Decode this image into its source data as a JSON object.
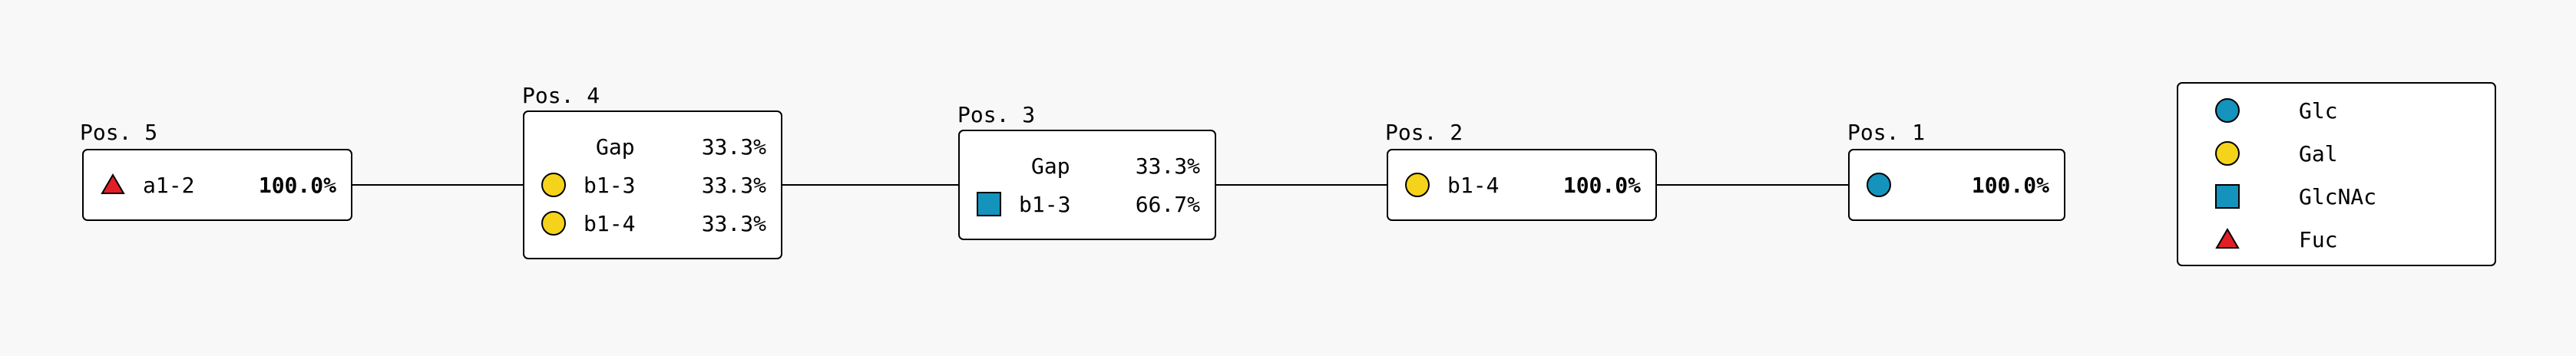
{
  "colors": {
    "Glc": "#1493bd",
    "Gal": "#f5d31b",
    "GlcNAc": "#1493bd",
    "Fuc": "#e21f26",
    "background": "#f8f8f8"
  },
  "positions": [
    {
      "label": "Pos. 5",
      "rows": [
        {
          "icon": "Fuc",
          "linkage": "a1-2",
          "percent": "100.0%",
          "bold": true
        }
      ]
    },
    {
      "label": "Pos. 4",
      "rows": [
        {
          "icon": "",
          "linkage": "Gap",
          "percent": "33.3%",
          "bold": false
        },
        {
          "icon": "Gal",
          "linkage": "b1-3",
          "percent": "33.3%",
          "bold": false
        },
        {
          "icon": "Gal",
          "linkage": "b1-4",
          "percent": "33.3%",
          "bold": false
        }
      ]
    },
    {
      "label": "Pos. 3",
      "rows": [
        {
          "icon": "",
          "linkage": "Gap",
          "percent": "33.3%",
          "bold": false
        },
        {
          "icon": "GlcNAc",
          "linkage": "b1-3",
          "percent": "66.7%",
          "bold": false
        }
      ]
    },
    {
      "label": "Pos. 2",
      "rows": [
        {
          "icon": "Gal",
          "linkage": "b1-4",
          "percent": "100.0%",
          "bold": true
        }
      ]
    },
    {
      "label": "Pos. 1",
      "rows": [
        {
          "icon": "Glc",
          "linkage": "",
          "percent": "100.0%",
          "bold": true
        }
      ]
    }
  ],
  "legend": [
    {
      "icon": "Glc",
      "label": "Glc"
    },
    {
      "icon": "Gal",
      "label": "Gal"
    },
    {
      "icon": "GlcNAc",
      "label": "GlcNAc"
    },
    {
      "icon": "Fuc",
      "label": "Fuc"
    }
  ]
}
